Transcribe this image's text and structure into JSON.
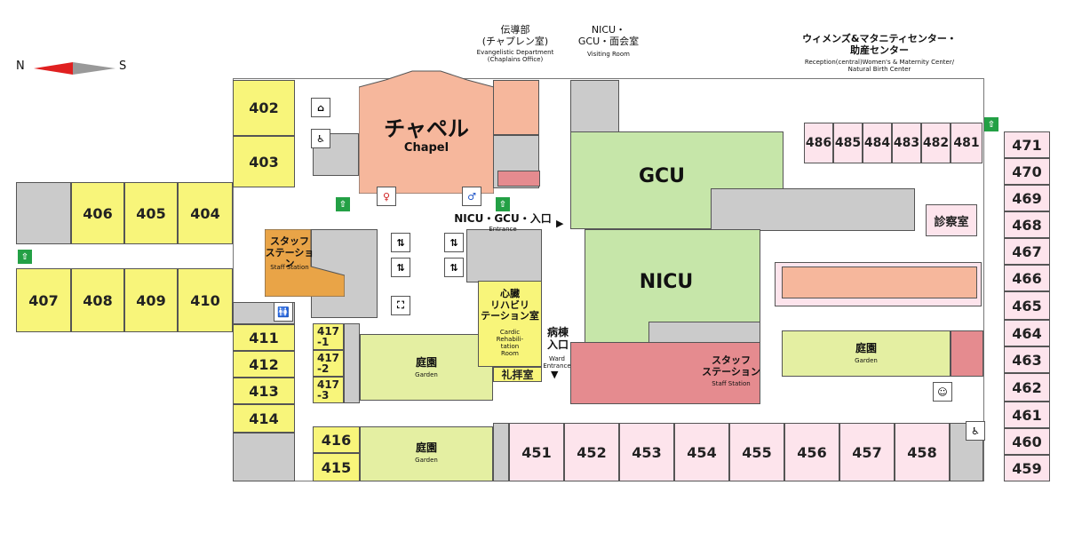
{
  "compass": {
    "n": "N",
    "s": "S"
  },
  "rooms": {
    "r402": "402",
    "r403": "403",
    "r404": "404",
    "r405": "405",
    "r406": "406",
    "r407": "407",
    "r408": "408",
    "r409": "409",
    "r410": "410",
    "r411": "411",
    "r412": "412",
    "r413": "413",
    "r414": "414",
    "r415": "415",
    "r416": "416",
    "r417_1": "417\n-1",
    "r417_2": "417\n-2",
    "r417_3": "417\n-3",
    "r451": "451",
    "r452": "452",
    "r453": "453",
    "r454": "454",
    "r455": "455",
    "r456": "456",
    "r457": "457",
    "r458": "458",
    "r459": "459",
    "r460": "460",
    "r461": "461",
    "r462": "462",
    "r463": "463",
    "r464": "464",
    "r465": "465",
    "r466": "466",
    "r467": "467",
    "r468": "468",
    "r469": "469",
    "r470": "470",
    "r471": "471",
    "r481": "481",
    "r482": "482",
    "r483": "483",
    "r484": "484",
    "r485": "485",
    "r486": "486"
  },
  "labels": {
    "chapel_jp": "チャペル",
    "chapel_en": "Chapel",
    "gcu": "GCU",
    "nicu": "NICU",
    "staff1_jp": "スタッフ\nステーション",
    "staff1_en": "Staff Station",
    "staff2_jp": "スタッフ\nステーション",
    "staff2_en": "Staff Station",
    "garden": "庭園",
    "garden_en": "Garden",
    "cardiac_jp": "心臓\nリハビリ\nテーション室",
    "cardiac_en": "Cardic\nRehabili-\ntation\nRoom",
    "prayer": "礼拝室",
    "exam": "診察室",
    "ward_entrance_jp": "病棟\n入口",
    "ward_entrance_en": "Ward\nEntrance",
    "nicu_entrance_jp": "NICU・GCU・入口",
    "nicu_entrance_en": "Entrance",
    "evangelistic_jp": "伝導部\n(チャプレン室)",
    "evangelistic_en": "Evangelistic Department\n(Chaplains Office)",
    "visiting_jp": "NICU・\nGCU・面会室",
    "visiting_en": "Visiting Room",
    "womens_jp": "ウィメンズ&マタニティセンター・\n助産センター",
    "womens_en": "Reception(central)Women's & Maternity Center/\nNatural Birth Center"
  },
  "colors": {
    "yellow": "#f8f57a",
    "pink": "#fde4ec",
    "gray": "#cbcbcb",
    "green": "#c6e6a9",
    "salmon": "#f6b79c",
    "red": "#e58b8f",
    "orange": "#e9a447"
  }
}
